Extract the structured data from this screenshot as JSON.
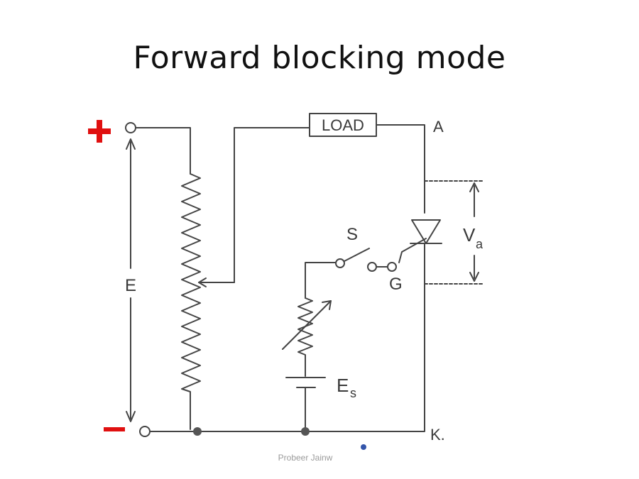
{
  "slide": {
    "title": "Forward blocking mode",
    "footer": "Probeer Jainw"
  },
  "circuit": {
    "load_label": "LOAD",
    "anode_label": "A",
    "cathode_label": "K.",
    "switch_label": "S",
    "gate_label": "G",
    "anode_voltage_label": "V",
    "anode_voltage_subscript": "a",
    "supply_label": "E",
    "gate_supply_label": "E",
    "gate_supply_subscript": "s",
    "positive_terminal_color": "#e01010",
    "negative_terminal_color": "#e01010"
  }
}
